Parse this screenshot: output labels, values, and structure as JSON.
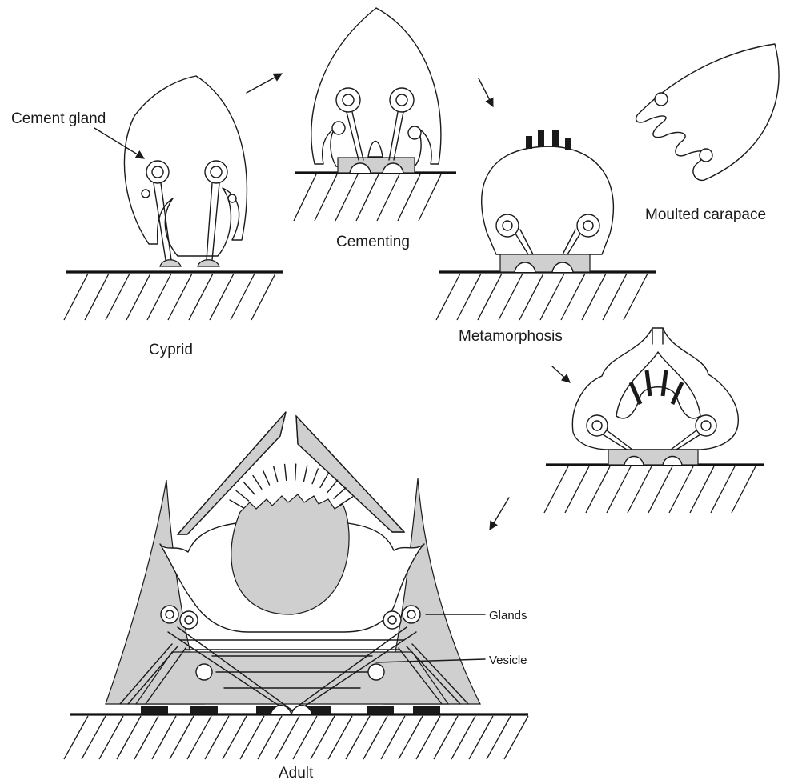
{
  "labels": {
    "cement_gland": "Cement gland",
    "cypryd": "Cyprid",
    "cementing": "Cementing",
    "metamorphosis": "Metamorphosis",
    "moulted_carapace": "Moulted carapace",
    "glands": "Glands",
    "vesicle": "Vesicle",
    "adult": "Adult"
  },
  "colors": {
    "ink": "#1a1a1a",
    "cement": "#cfcfcf",
    "background": "#ffffff"
  }
}
